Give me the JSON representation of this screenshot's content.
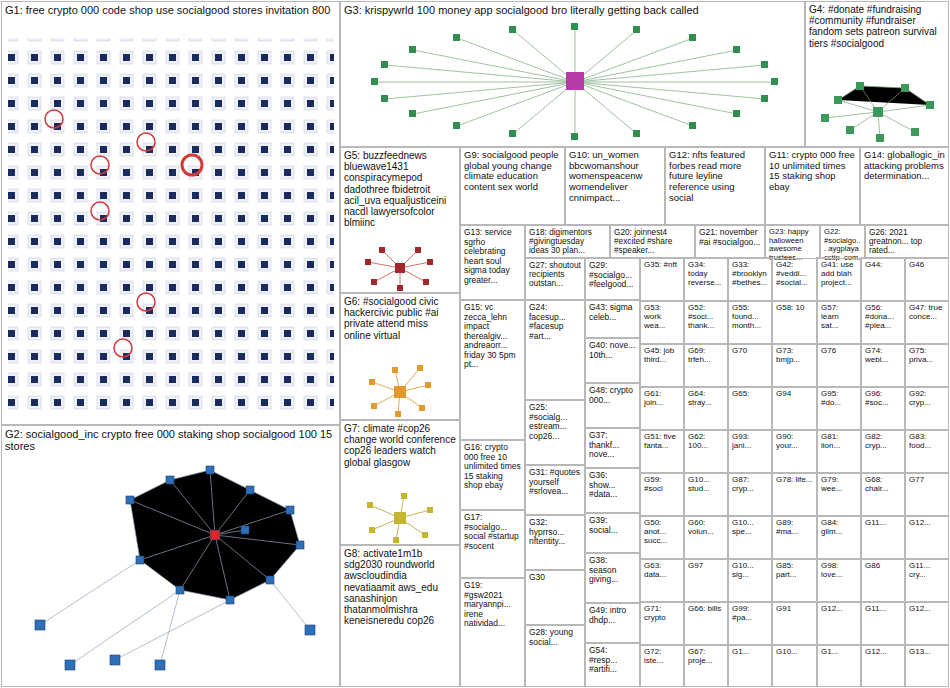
{
  "diagram": {
    "nodes": [
      {
        "text": [
          "G1: free crypto 000 code shop use socialgood stores invitation 800"
        ]
      },
      {
        "text": [
          "G2: socialgood_inc crypto free 000 staking shop socialgood 100 15 stores"
        ]
      },
      {
        "text": [
          "G3: krispywrld 100 money app socialgood bro literally getting back called"
        ]
      },
      {
        "text": [
          "G4: #donate #fundraising #community #fundraiser fandom sets patreon survival tiers #socialgood"
        ]
      },
      {
        "text": [
          "G5: buzzfeednews bluewave1431 conspiracymepod dadothree fbidetroit acil_uva equaljusticeini nacdl lawyersofcolor blmiinc"
        ]
      },
      {
        "text": [
          "G6: #socialgood civic hackercivic public #ai private attend miss online virtual"
        ]
      },
      {
        "text": [
          "G7: climate #cop26 change world conference cop26 leaders watch global glasgow"
        ]
      },
      {
        "text": [
          "G8: activate1m1b sdg2030 roundworld awscloudindia nevatiaamit aws_edu sanashinjon thatanmolmishra keneisneredu cop26"
        ]
      },
      {
        "text": [
          "G9: socialgood people global young change climate education content sex world"
        ]
      },
      {
        "text": [
          "G10: un_women bbcwomanshour womenspeacenw womendeliver cnnimpact..."
        ]
      },
      {
        "text": [
          "G12: nfts featured forbes read more future leyline reference using social"
        ]
      },
      {
        "text": [
          "G11: crypto 000 free 10 unlimited times 15 staking shop ebay"
        ]
      },
      {
        "text": [
          "G14: globallogic_in attacking problems determination..."
        ]
      },
      {
        "text": [
          "G13: service sgrho celebrating heart soul sigma today greater..."
        ]
      },
      {
        "text": [
          "G18: digimentors #givingtuesday ideas 30 plan..."
        ]
      },
      {
        "text": [
          "G20: joinnest4 #excited #share #speaker..."
        ]
      },
      {
        "text": [
          "G21: november #ai #socialgoo..."
        ]
      },
      {
        "text": [
          "G23: happy halloween awesome trustees..."
        ]
      },
      {
        "text": [
          "G22: #socialgo... aygplaya cctip_com..."
        ]
      },
      {
        "text": [
          "G26: 2021 greatnon... top rated..."
        ]
      },
      {
        "text": [
          "G15: vc zecca_lehn impact therealgiv... andreaorr... friday 30 5pm pt..."
        ]
      },
      {
        "text": [
          "G16: crypto 000 free 10 unlimited times 15 staking shop ebay"
        ]
      },
      {
        "text": [
          "G17: #socialgo... social #startup #socent"
        ]
      },
      {
        "text": [
          "G19: #gsw2021 maryannpi... irene natividad..."
        ]
      },
      {
        "text": [
          "G27: shoutout recipients outstan..."
        ]
      },
      {
        "text": [
          "G24: facesup... #facesup #art..."
        ]
      },
      {
        "text": [
          "G25: #socialg... estream... cop26..."
        ]
      },
      {
        "text": [
          "G31: #quotes yourself #srlovea..."
        ]
      },
      {
        "text": [
          "G32: hyprrso... nftentity..."
        ]
      },
      {
        "text": [
          "G30"
        ]
      },
      {
        "text": [
          "G28: young social..."
        ]
      },
      {
        "text": [
          "G29: #socialgo... #feelgood..."
        ]
      },
      {
        "text": [
          "G43: sigma celeb..."
        ]
      },
      {
        "text": [
          "G40: nove... 10th..."
        ]
      },
      {
        "text": [
          "G48: crypto 000..."
        ]
      },
      {
        "text": [
          "G37: thankf... nove..."
        ]
      },
      {
        "text": [
          "G36: show... #data..."
        ]
      },
      {
        "text": [
          "G39: social..."
        ]
      },
      {
        "text": [
          "G38: season giving..."
        ]
      },
      {
        "text": [
          "G49: intro dhdp..."
        ]
      },
      {
        "text": [
          "G54: #resp... #artifi..."
        ]
      },
      {
        "text": [
          "G35: #nft"
        ]
      },
      {
        "text": [
          "G34: today reverse..."
        ]
      },
      {
        "text": [
          "G33: #brooklyn #bethes..."
        ]
      },
      {
        "text": [
          "G42: #veddi... #social..."
        ]
      },
      {
        "text": [
          "G41: use add blah project..."
        ]
      },
      {
        "text": [
          "G44:"
        ]
      },
      {
        "text": [
          "G46"
        ]
      },
      {
        "text": [
          "G53: work wea..."
        ]
      },
      {
        "text": [
          "G52: #soci... thank..."
        ]
      },
      {
        "text": [
          "G55: found... month..."
        ]
      },
      {
        "text": [
          "G58: 10"
        ]
      },
      {
        "text": [
          "G57: learn sat..."
        ]
      },
      {
        "text": [
          "G56: #dona... #plea..."
        ]
      },
      {
        "text": [
          "G47: true conce..."
        ]
      },
      {
        "text": [
          "G45: job third..."
        ]
      },
      {
        "text": [
          "G69: trfeh..."
        ]
      },
      {
        "text": [
          "G70"
        ]
      },
      {
        "text": [
          "G73: bmjp..."
        ]
      },
      {
        "text": [
          "G76"
        ]
      },
      {
        "text": [
          "G74: webi..."
        ]
      },
      {
        "text": [
          "G75: priva..."
        ]
      },
      {
        "text": [
          "G61: join..."
        ]
      },
      {
        "text": [
          "G64: stray..."
        ]
      },
      {
        "text": [
          "G65:"
        ]
      },
      {
        "text": [
          "G94"
        ]
      },
      {
        "text": [
          "G95: #do..."
        ]
      },
      {
        "text": [
          "G96: #soc..."
        ]
      },
      {
        "text": [
          "G92: cryp..."
        ]
      },
      {
        "text": [
          "G51: five fanta..."
        ]
      },
      {
        "text": [
          "G62: 100..."
        ]
      },
      {
        "text": [
          "G93: jani..."
        ]
      },
      {
        "text": [
          "G90: your..."
        ]
      },
      {
        "text": [
          "G81: lion..."
        ]
      },
      {
        "text": [
          "G82: cryp..."
        ]
      },
      {
        "text": [
          "G83: food..."
        ]
      },
      {
        "text": [
          "G59: #soci"
        ]
      },
      {
        "text": [
          "G10... stud..."
        ]
      },
      {
        "text": [
          "G87: cryp..."
        ]
      },
      {
        "text": [
          "G78: life..."
        ]
      },
      {
        "text": [
          "G79: wee..."
        ]
      },
      {
        "text": [
          "G68: chair..."
        ]
      },
      {
        "text": [
          "G77"
        ]
      },
      {
        "text": [
          "G50: anot... succ..."
        ]
      },
      {
        "text": [
          "G60: volun..."
        ]
      },
      {
        "text": [
          "G10... spe..."
        ]
      },
      {
        "text": [
          "G89: #ma..."
        ]
      },
      {
        "text": [
          "G84: glim..."
        ]
      },
      {
        "text": [
          "G11..."
        ]
      },
      {
        "text": [
          "G12..."
        ]
      },
      {
        "text": [
          "G63: data..."
        ]
      },
      {
        "text": [
          "G97"
        ]
      },
      {
        "text": [
          "G10... sig..."
        ]
      },
      {
        "text": [
          "G85: part..."
        ]
      },
      {
        "text": [
          "G98: love..."
        ]
      },
      {
        "text": [
          "G86"
        ]
      },
      {
        "text": [
          "G11... cry..."
        ]
      },
      {
        "text": [
          "G71: crypto"
        ]
      },
      {
        "text": [
          "G66: bills"
        ]
      },
      {
        "text": [
          "G99: #pa..."
        ]
      },
      {
        "text": [
          "G91"
        ]
      },
      {
        "text": [
          "G12..."
        ]
      },
      {
        "text": [
          "G11..."
        ]
      },
      {
        "text": [
          "G12..."
        ]
      },
      {
        "text": [
          "G72: iste..."
        ]
      },
      {
        "text": [
          "G67: proje..."
        ]
      },
      {
        "text": [
          "G1..."
        ]
      },
      {
        "text": [
          "G10..."
        ]
      },
      {
        "text": [
          "G1..."
        ]
      },
      {
        "text": [
          "G12..."
        ]
      },
      {
        "text": [
          "G13..."
        ]
      }
    ]
  }
}
